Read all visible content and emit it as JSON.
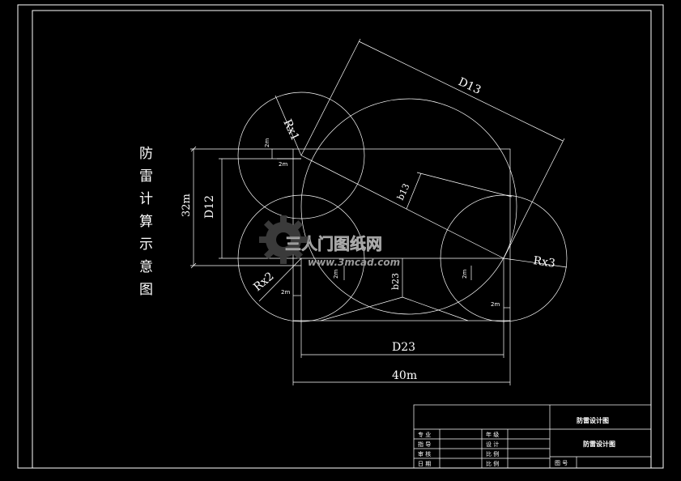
{
  "drawing": {
    "side_title": [
      "防",
      "雷",
      "计",
      "算",
      "示",
      "意",
      "图"
    ],
    "labels": {
      "d13": "D13",
      "d12": "D12",
      "d23": "D23",
      "b13": "b13",
      "b23": "b23",
      "rx1": "Rx1",
      "rx2": "Rx2",
      "rx3": "Rx3",
      "dim_32m": "32m",
      "dim_40m": "40m",
      "gap_2m": "2m"
    }
  },
  "watermark": {
    "brand": "三人门图纸网",
    "url": "www.3mcad.com"
  },
  "title_block": {
    "drawing_name": "防雷设计图",
    "drawing_name_2": "防雷设计图",
    "figure_no_label": "图 号",
    "rows": [
      [
        "专 业",
        "",
        "年 级",
        ""
      ],
      [
        "指 导",
        "",
        "设 计",
        ""
      ],
      [
        "审 核",
        "",
        "比 例",
        ""
      ],
      [
        "日 期",
        "",
        "比 例",
        ""
      ]
    ]
  }
}
